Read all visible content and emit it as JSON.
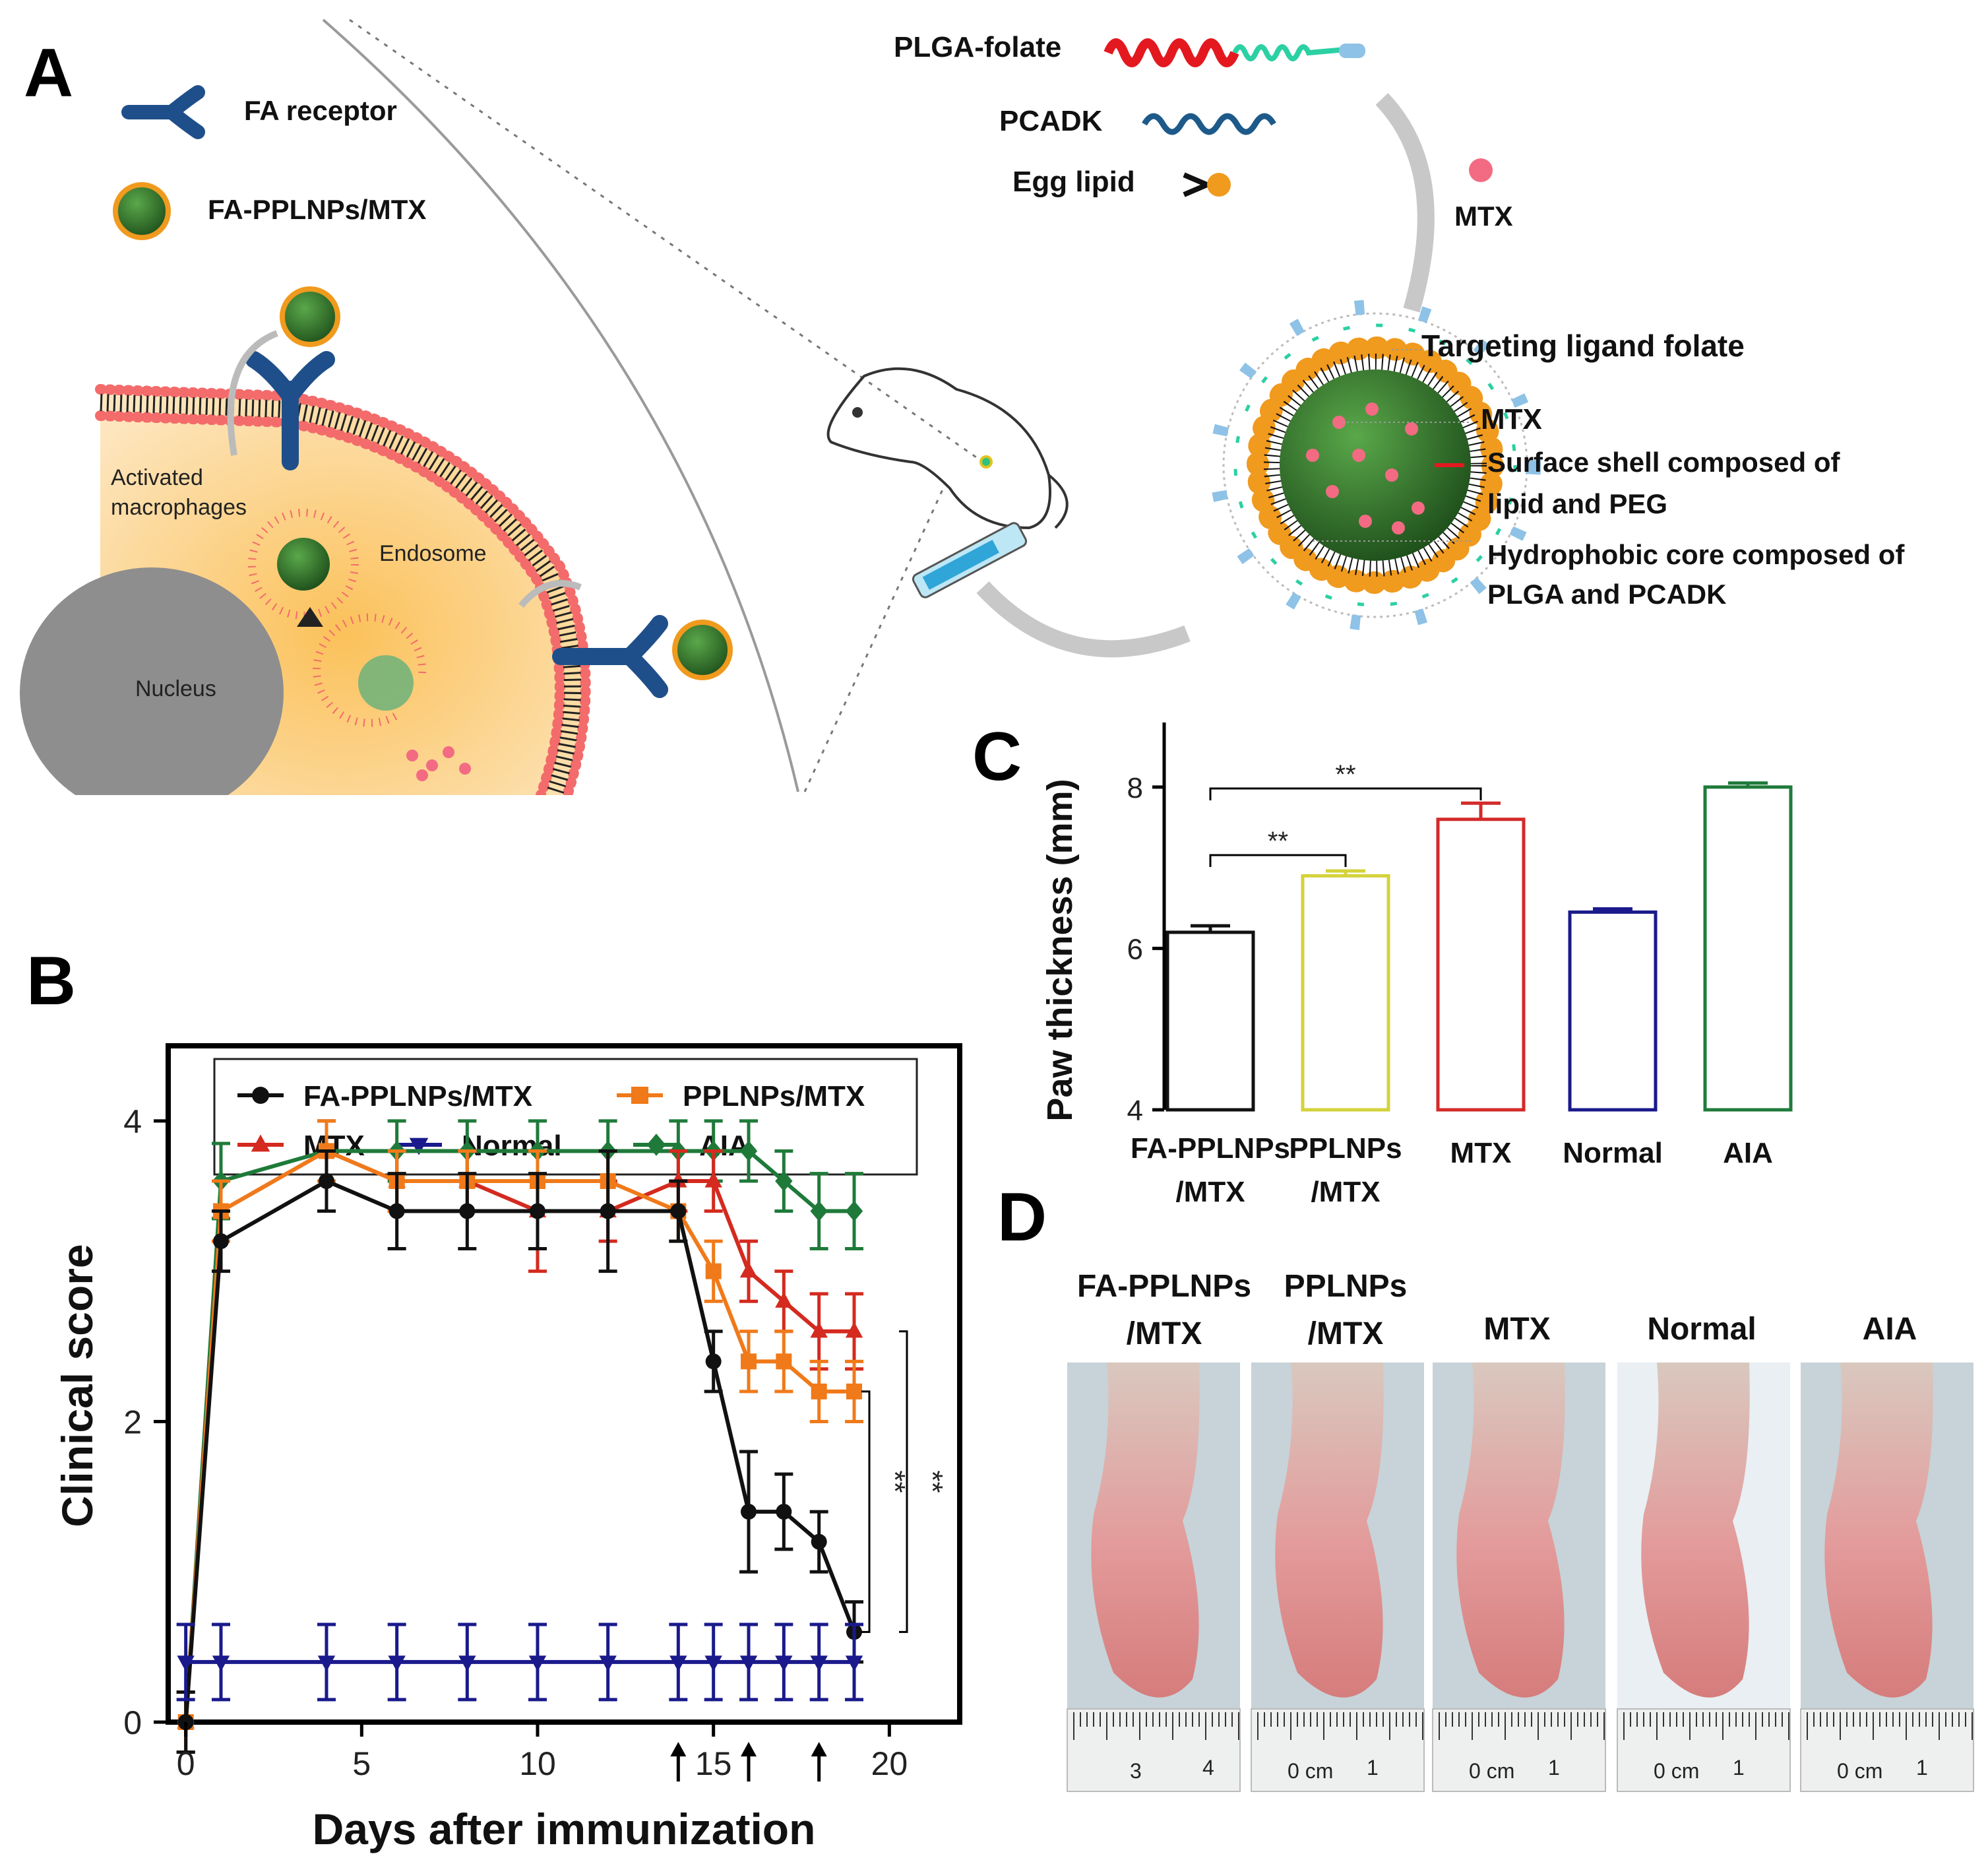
{
  "panel_letters": {
    "a": "A",
    "b": "B",
    "c": "C",
    "d": "D"
  },
  "panel_a": {
    "fa_receptor_label": "FA receptor",
    "nanoparticle_label": "FA-PPLNPs/MTX",
    "activated_macrophages_line1": "Activated",
    "activated_macrophages_line2": "macrophages",
    "endosome_label": "Endosome",
    "nucleus_label": "Nucleus",
    "plga_folate_label": "PLGA-folate",
    "pcadk_label": "PCADK",
    "egg_lipid_label": "Egg lipid",
    "mtx_label": "MTX",
    "targeting_ligand_label": "Targeting ligand folate",
    "mtx_core_label": "MTX",
    "shell_line1": "Surface shell composed of",
    "shell_line2": "lipid and PEG",
    "core_line1": "Hydrophobic core composed of",
    "core_line2": "PLGA and PCADK",
    "colors": {
      "plga": "#e3191f",
      "folate": "#2bd0a3",
      "pcadk": "#1d5a8a",
      "lipid": "#f09a1e",
      "mtx": "#f26b83",
      "core": "#2f7d2e",
      "membrane": "#f36b6b",
      "cytoplasm": "#fbd07a",
      "nucleus": "#8e8e8e",
      "receptor": "#1f4f8a"
    }
  },
  "chart_data": [
    {
      "id": "B",
      "type": "line",
      "xlabel": "Days after immunization",
      "ylabel": "Clinical score",
      "xlim": [
        -0.5,
        22
      ],
      "ylim": [
        0,
        4.5
      ],
      "xticks": [
        0,
        5,
        10,
        15,
        20
      ],
      "yticks": [
        0,
        2,
        4
      ],
      "treatment_days": [
        14,
        16,
        18
      ],
      "significance": [
        {
          "label": "**",
          "from": "FA-PPLNPs/MTX",
          "to": "PPLNPs/MTX"
        },
        {
          "label": "**",
          "from": "FA-PPLNPs/MTX",
          "to": "MTX"
        }
      ],
      "legend": {
        "position": "top",
        "entries": [
          "FA-PPLNPs/MTX",
          "PPLNPs/MTX",
          "MTX",
          "Normal",
          "AIA"
        ]
      },
      "series": [
        {
          "name": "FA-PPLNPs/MTX",
          "color": "#111111",
          "marker": "circle",
          "x": [
            0,
            1,
            4,
            6,
            8,
            10,
            12,
            14,
            15,
            16,
            17,
            18,
            19
          ],
          "y": [
            0,
            3.2,
            3.6,
            3.4,
            3.4,
            3.4,
            3.4,
            3.4,
            2.4,
            1.4,
            1.4,
            1.2,
            0.6
          ],
          "err": [
            0.2,
            0.2,
            0.2,
            0.25,
            0.25,
            0.25,
            0.4,
            0.2,
            0.2,
            0.4,
            0.25,
            0.2,
            0.2
          ]
        },
        {
          "name": "PPLNPs/MTX",
          "color": "#f07a1a",
          "marker": "square",
          "x": [
            0,
            1,
            4,
            6,
            8,
            10,
            12,
            14,
            15,
            16,
            17,
            18,
            19
          ],
          "y": [
            0,
            3.4,
            3.8,
            3.6,
            3.6,
            3.6,
            3.6,
            3.4,
            3.0,
            2.4,
            2.4,
            2.2,
            2.2
          ],
          "err": [
            0.2,
            0.2,
            0.2,
            0.2,
            0.2,
            0.2,
            0.2,
            0.2,
            0.2,
            0.2,
            0.2,
            0.2,
            0.2
          ]
        },
        {
          "name": "MTX",
          "color": "#d42a1f",
          "marker": "triangle",
          "x": [
            0,
            1,
            4,
            6,
            8,
            10,
            12,
            14,
            15,
            16,
            17,
            18,
            19
          ],
          "y": [
            0,
            3.4,
            3.8,
            3.6,
            3.6,
            3.4,
            3.4,
            3.6,
            3.6,
            3.0,
            2.8,
            2.6,
            2.6
          ],
          "err": [
            0.2,
            0.2,
            0.2,
            0.2,
            0.2,
            0.4,
            0.2,
            0.2,
            0.2,
            0.2,
            0.2,
            0.25,
            0.25
          ]
        },
        {
          "name": "Normal",
          "color": "#1a1a8c",
          "marker": "triangle-down",
          "x": [
            0,
            1,
            4,
            6,
            8,
            10,
            12,
            14,
            15,
            16,
            17,
            18,
            19
          ],
          "y": [
            0.4,
            0.4,
            0.4,
            0.4,
            0.4,
            0.4,
            0.4,
            0.4,
            0.4,
            0.4,
            0.4,
            0.4,
            0.4
          ],
          "err": [
            0.25,
            0.25,
            0.25,
            0.25,
            0.25,
            0.25,
            0.25,
            0.25,
            0.25,
            0.25,
            0.25,
            0.25,
            0.25
          ]
        },
        {
          "name": "AIA",
          "color": "#1f7a3a",
          "marker": "diamond",
          "x": [
            0,
            1,
            4,
            6,
            8,
            10,
            12,
            14,
            15,
            16,
            17,
            18,
            19
          ],
          "y": [
            0,
            3.6,
            3.8,
            3.8,
            3.8,
            3.8,
            3.8,
            3.8,
            3.8,
            3.8,
            3.6,
            3.4,
            3.4
          ],
          "err": [
            0.2,
            0.25,
            0.2,
            0.2,
            0.2,
            0.2,
            0.2,
            0.2,
            0.2,
            0.2,
            0.2,
            0.25,
            0.25
          ]
        }
      ]
    },
    {
      "id": "C",
      "type": "bar",
      "ylabel": "Paw thickness (mm)",
      "ylim": [
        4,
        8.8
      ],
      "yticks": [
        4,
        6,
        8
      ],
      "categories": [
        "FA-PPLNPs\n/MTX",
        "PPLNPs\n/MTX",
        "MTX",
        "Normal",
        "AIA"
      ],
      "values": [
        6.2,
        6.9,
        7.6,
        6.45,
        8.0
      ],
      "err": [
        0.08,
        0.06,
        0.2,
        0.04,
        0.05
      ],
      "colors": [
        "#111111",
        "#d4d23a",
        "#d42a2a",
        "#1a1a8c",
        "#1f7a3a"
      ],
      "significance": [
        {
          "label": "**",
          "from": 0,
          "to": 1
        },
        {
          "label": "**",
          "from": 0,
          "to": 2
        }
      ]
    }
  ],
  "panel_d": {
    "labels": [
      "FA-PPLNPs\n/MTX",
      "PPLNPs\n/MTX",
      "MTX",
      "Normal",
      "AIA"
    ],
    "ruler_labels": [
      [
        "3",
        "4"
      ],
      [
        "0 cm",
        "1"
      ],
      [
        "0 cm",
        "1"
      ],
      [
        "0 cm",
        "1"
      ],
      [
        "0 cm",
        "1"
      ]
    ]
  }
}
